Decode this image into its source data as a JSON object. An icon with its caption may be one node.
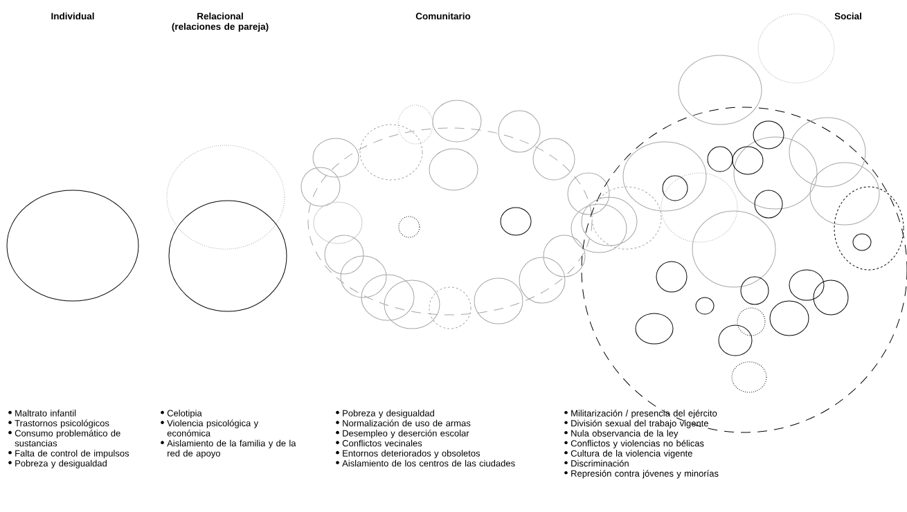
{
  "diagram": {
    "labels": [
      "Individual",
      "Relacional (relaciones de pareja)",
      "Comunitario",
      "Social",
      "Maltrato infantil",
      "Trastornos psicológicos",
      "Consumo problemático de sustancias",
      "Falta de control de impulsos",
      "Pobreza y desigualdad",
      "Celotipia",
      "Violencia psicológica y económica",
      "Aislamiento de la familia y de la red de apoyo",
      "Pobreza y desigualdad",
      "Normalización de uso de armas",
      "Desempleo y deserción escolar",
      "Conflictos vecinales",
      "Entornos deteriorados y obsoletos",
      "Aislamiento de los centros de las ciudades",
      "Militarización / presencia del ejército",
      "División sexual del trabajo vigente",
      "Nula observancia de la ley",
      "Conflictos y violencias no bélicas",
      "Cultura de la violencia vigente",
      "Discriminación",
      "Represión contra jóvenes y minorías"
    ]
  }
}
